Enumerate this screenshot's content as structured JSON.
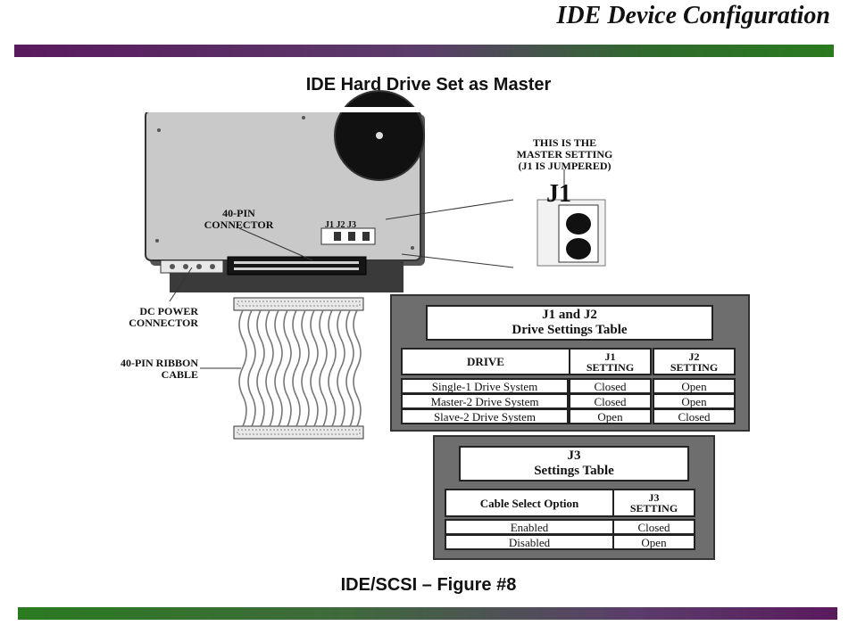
{
  "header": {
    "title": "IDE Device Configuration",
    "subtitle": "IDE Hard Drive Set as Master",
    "caption": "IDE/SCSI – Figure #8"
  },
  "diagram": {
    "labels": {
      "master_note_1": "THIS IS THE",
      "master_note_2": "MASTER SETTING",
      "master_note_3": "(J1 IS JUMPERED)",
      "j1": "J1",
      "connector_40pin_1": "40-PIN",
      "connector_40pin_2": "CONNECTOR",
      "jumpers": "J1 J2 J3",
      "dc_power_1": "DC POWER",
      "dc_power_2": "CONNECTOR",
      "ribbon_1": "40-PIN RIBBON",
      "ribbon_2": "CABLE"
    }
  },
  "table1": {
    "title_line1": "J1 and J2",
    "title_line2": "Drive Settings Table",
    "col_drive": "DRIVE",
    "col_j1_1": "J1",
    "col_j1_2": "SETTING",
    "col_j2_1": "J2",
    "col_j2_2": "SETTING",
    "rows": [
      {
        "drive": "Single-1 Drive System",
        "j1": "Closed",
        "j2": "Open"
      },
      {
        "drive": "Master-2 Drive System",
        "j1": "Closed",
        "j2": "Open"
      },
      {
        "drive": "Slave-2 Drive System",
        "j1": "Open",
        "j2": "Closed"
      }
    ]
  },
  "table2": {
    "title_line1": "J3",
    "title_line2": "Settings Table",
    "col_option": "Cable Select Option",
    "col_j3_1": "J3",
    "col_j3_2": "SETTING",
    "rows": [
      {
        "option": "Enabled",
        "j3": "Closed"
      },
      {
        "option": "Disabled",
        "j3": "Open"
      }
    ]
  },
  "colors": {
    "purple": "#5a1a5e",
    "green": "#2a7a20",
    "drive_body": "#c8c8c8",
    "table_frame": "#6e6e6e"
  }
}
